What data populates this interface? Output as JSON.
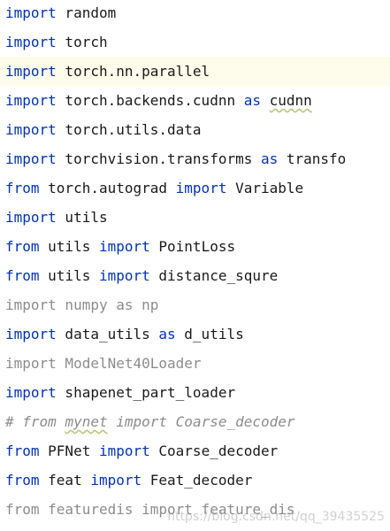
{
  "colors": {
    "keyword": "#0033b3",
    "text": "#1a1a1a",
    "unused": "#8c8c8c",
    "comment": "#8c8c8c",
    "current_line_bg": "#fefcea",
    "spell_squiggle": "#b5c97a"
  },
  "current_line_index": 2,
  "lines": [
    {
      "tokens": [
        {
          "text": "import",
          "kind": "kw"
        },
        {
          "text": " random",
          "kind": "plain"
        }
      ]
    },
    {
      "tokens": [
        {
          "text": "import",
          "kind": "kw"
        },
        {
          "text": " torch",
          "kind": "plain"
        }
      ]
    },
    {
      "tokens": [
        {
          "text": "import",
          "kind": "kw"
        },
        {
          "text": " torch.nn.parallel",
          "kind": "plain"
        }
      ]
    },
    {
      "tokens": [
        {
          "text": "import",
          "kind": "kw"
        },
        {
          "text": " torch.backends.cudnn ",
          "kind": "plain"
        },
        {
          "text": "as",
          "kind": "kw"
        },
        {
          "text": " ",
          "kind": "plain"
        },
        {
          "text": "cudnn",
          "kind": "plain",
          "squiggle": true
        }
      ]
    },
    {
      "tokens": [
        {
          "text": "import",
          "kind": "kw"
        },
        {
          "text": " torch.utils.data",
          "kind": "plain"
        }
      ]
    },
    {
      "tokens": [
        {
          "text": "import",
          "kind": "kw"
        },
        {
          "text": " torchvision.transforms ",
          "kind": "plain"
        },
        {
          "text": "as",
          "kind": "kw"
        },
        {
          "text": " transfo",
          "kind": "plain"
        }
      ]
    },
    {
      "tokens": [
        {
          "text": "from",
          "kind": "kw"
        },
        {
          "text": " torch.autograd ",
          "kind": "plain"
        },
        {
          "text": "import",
          "kind": "kw"
        },
        {
          "text": " Variable",
          "kind": "plain"
        }
      ]
    },
    {
      "tokens": [
        {
          "text": "import",
          "kind": "kw"
        },
        {
          "text": " utils",
          "kind": "plain"
        }
      ]
    },
    {
      "tokens": [
        {
          "text": "from",
          "kind": "kw"
        },
        {
          "text": " utils ",
          "kind": "plain"
        },
        {
          "text": "import",
          "kind": "kw"
        },
        {
          "text": " PointLoss",
          "kind": "plain"
        }
      ]
    },
    {
      "tokens": [
        {
          "text": "from",
          "kind": "kw"
        },
        {
          "text": " utils ",
          "kind": "plain"
        },
        {
          "text": "import",
          "kind": "kw"
        },
        {
          "text": " distance_squre",
          "kind": "plain"
        }
      ]
    },
    {
      "tokens": [
        {
          "text": "import numpy as np",
          "kind": "dim"
        }
      ]
    },
    {
      "tokens": [
        {
          "text": "import",
          "kind": "kw"
        },
        {
          "text": " data_utils ",
          "kind": "plain"
        },
        {
          "text": "as",
          "kind": "kw"
        },
        {
          "text": " d_utils",
          "kind": "plain"
        }
      ]
    },
    {
      "tokens": [
        {
          "text": "import ModelNet40Loader",
          "kind": "dim"
        }
      ]
    },
    {
      "tokens": [
        {
          "text": "import",
          "kind": "kw"
        },
        {
          "text": " shapenet_part_loader",
          "kind": "plain"
        }
      ]
    },
    {
      "tokens": [
        {
          "text": "# from ",
          "kind": "comment"
        },
        {
          "text": "mynet",
          "kind": "comment",
          "squiggle": true
        },
        {
          "text": " import Coarse_decoder",
          "kind": "comment"
        }
      ]
    },
    {
      "tokens": [
        {
          "text": "from",
          "kind": "kw"
        },
        {
          "text": " PFNet ",
          "kind": "plain"
        },
        {
          "text": "import",
          "kind": "kw"
        },
        {
          "text": " Coarse_decoder",
          "kind": "plain"
        }
      ]
    },
    {
      "tokens": [
        {
          "text": "from",
          "kind": "kw"
        },
        {
          "text": " feat ",
          "kind": "plain"
        },
        {
          "text": "import",
          "kind": "kw"
        },
        {
          "text": " Feat_decoder",
          "kind": "plain"
        }
      ]
    },
    {
      "tokens": [
        {
          "text": "from featuredis import feature_dis",
          "kind": "dim"
        }
      ]
    }
  ],
  "watermark": "https://blog.csdn.net/qq_39435525"
}
